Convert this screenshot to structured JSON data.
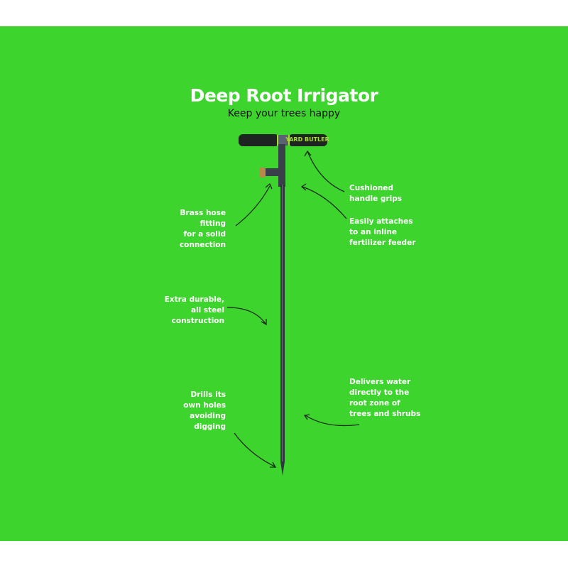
{
  "header": {
    "title": "Deep Root Irrigator",
    "subtitle": "Keep your trees happy"
  },
  "product": {
    "brand_logo": "YARD BUTLER"
  },
  "callouts": [
    {
      "lines": [
        "Cushioned",
        "handle grips"
      ]
    },
    {
      "lines": [
        "Brass hose",
        "fitting",
        "for a solid",
        "connection"
      ]
    },
    {
      "lines": [
        "Easily attaches",
        "to an inline",
        "fertilizer feeder"
      ]
    },
    {
      "lines": [
        "Extra durable,",
        "all steel",
        "construction"
      ]
    },
    {
      "lines": [
        "Delivers water",
        "directly to the",
        "root zone of",
        "trees and shrubs"
      ]
    },
    {
      "lines": [
        "Drills its",
        "own holes",
        "avoiding",
        "digging"
      ]
    }
  ],
  "colors": {
    "background": "#3dd42e",
    "text": "#ffffff",
    "accent": "#a4e02a"
  }
}
